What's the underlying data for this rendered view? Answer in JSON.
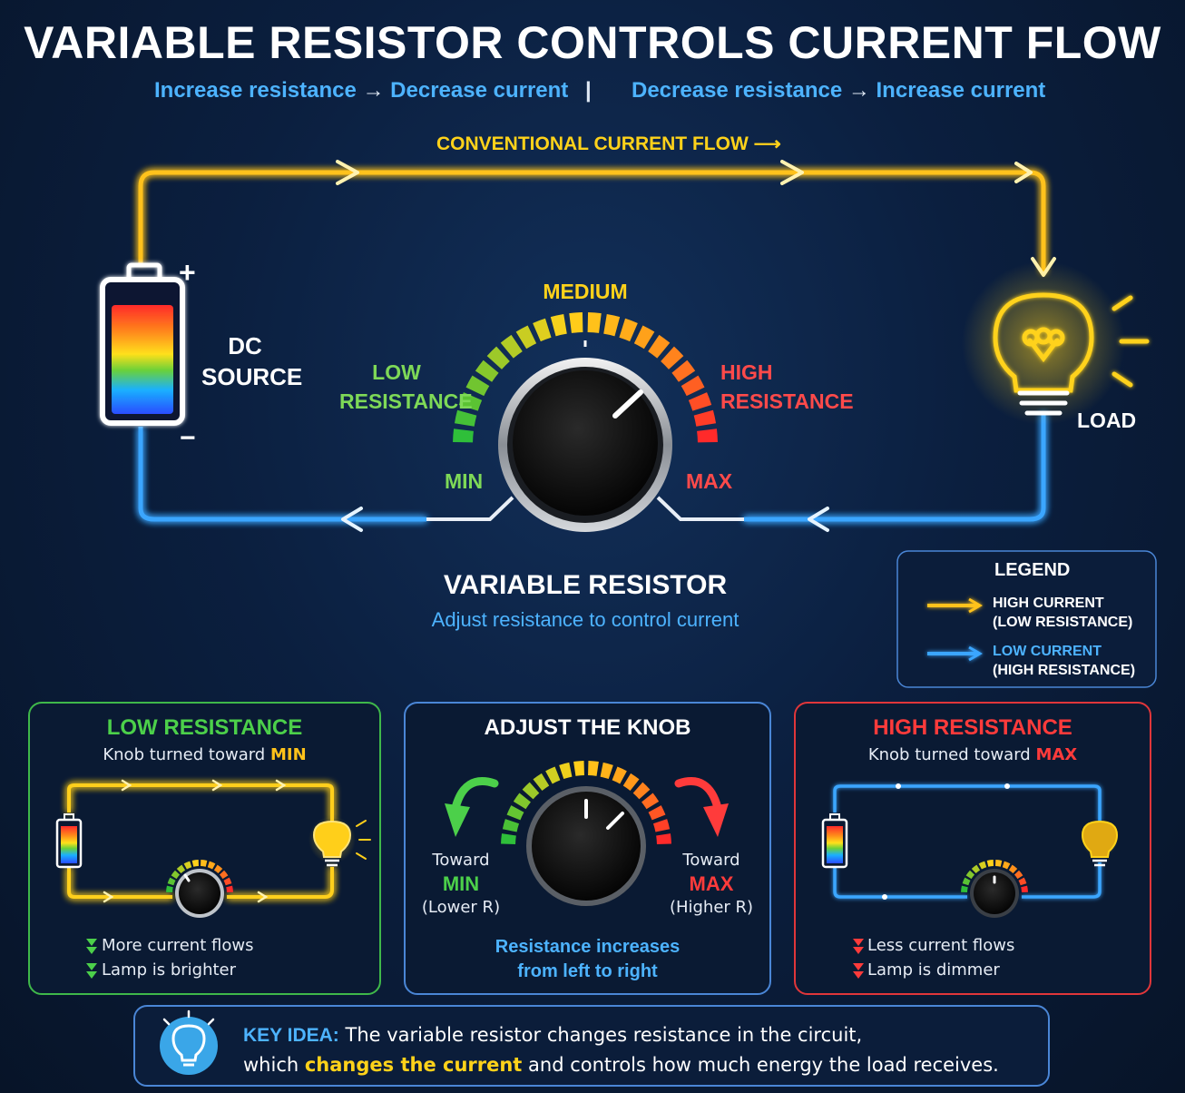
{
  "title": "VARIABLE RESISTOR CONTROLS CURRENT FLOW",
  "subtitle": {
    "left_a": "Increase resistance",
    "left_b": "Decrease current",
    "separator": "|",
    "right_a": "Decrease resistance",
    "right_b": "Increase current",
    "arrow": "→"
  },
  "circuit": {
    "flow_label": "CONVENTIONAL CURRENT FLOW",
    "flow_arrow": "⟶",
    "source_line1": "DC",
    "source_line2": "SOURCE",
    "plus": "+",
    "minus": "−",
    "load": "LOAD"
  },
  "dial": {
    "medium": "MEDIUM",
    "low_line1": "LOW",
    "low_line2": "RESISTANCE",
    "high_line1": "HIGH",
    "high_line2": "RESISTANCE",
    "min": "MIN",
    "max": "MAX",
    "name": "VARIABLE RESISTOR",
    "caption": "Adjust resistance to control current"
  },
  "legend": {
    "title": "LEGEND",
    "high_line1": "HIGH CURRENT",
    "high_line2": "(LOW RESISTANCE)",
    "low_line1": "LOW CURRENT",
    "low_line2": "(HIGH RESISTANCE)"
  },
  "panel_low": {
    "title": "LOW RESISTANCE",
    "sub_prefix": "Knob turned toward ",
    "sub_hl": "MIN",
    "item1": "More current flows",
    "item2": "Lamp is brighter"
  },
  "panel_mid": {
    "title": "ADJUST THE KNOB",
    "left_1": "Toward",
    "left_2": "MIN",
    "left_3": "(Lower R)",
    "right_1": "Toward",
    "right_2": "MAX",
    "right_3": "(Higher R)",
    "caption_1": "Resistance increases",
    "caption_2": "from left to right"
  },
  "panel_high": {
    "title": "HIGH RESISTANCE",
    "sub_prefix": "Knob turned toward ",
    "sub_hl": "MAX",
    "item1": "Less current flows",
    "item2": "Lamp is dimmer"
  },
  "key": {
    "label": "KEY IDEA:",
    "text_1": " The variable resistor changes resistance in the circuit,",
    "text_2a": "which ",
    "text_2hl": "changes the current",
    "text_2b": " and controls how much energy the load receives."
  },
  "colors": {
    "high_current": "#ffc21a",
    "low_current": "#3aa6ff",
    "green": "#4cd04a",
    "red": "#ff3b3b",
    "accent_blue": "#4db3ff"
  }
}
